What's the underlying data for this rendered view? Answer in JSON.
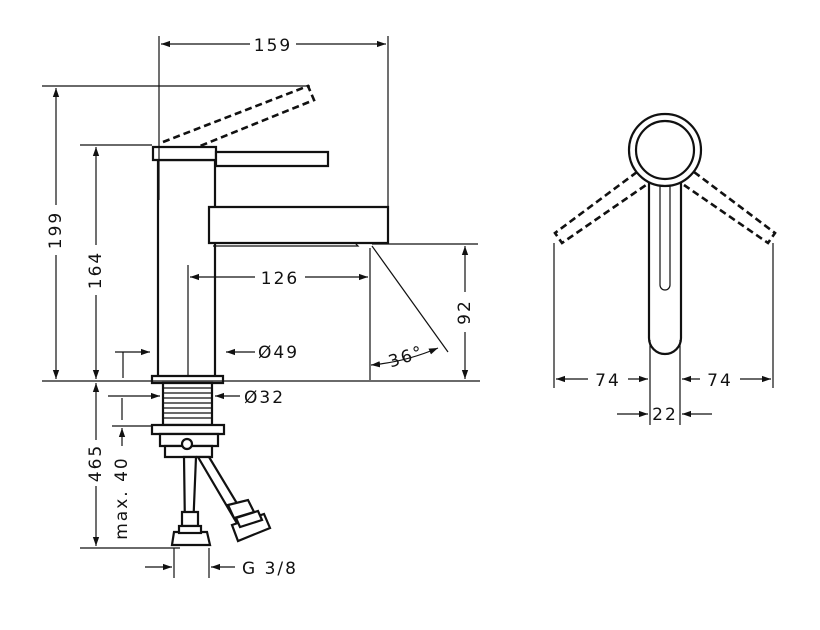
{
  "side_view": {
    "dim_width_159": "159",
    "dim_height_199": "199",
    "dim_height_164": "164",
    "dim_reach_126": "126",
    "dim_spout_height_92": "92",
    "dim_angle_36": "36°",
    "dim_body_diameter_49": "Ø49",
    "dim_shank_diameter_32": "Ø32",
    "dim_hose_length_465": "465",
    "dim_max_thickness_40": "max. 40",
    "dim_connection_thread": "G 3/8"
  },
  "front_view": {
    "dim_left_74": "74",
    "dim_right_74": "74",
    "dim_lever_22": "22"
  },
  "colors": {
    "line": "#111111",
    "background": "#ffffff"
  }
}
